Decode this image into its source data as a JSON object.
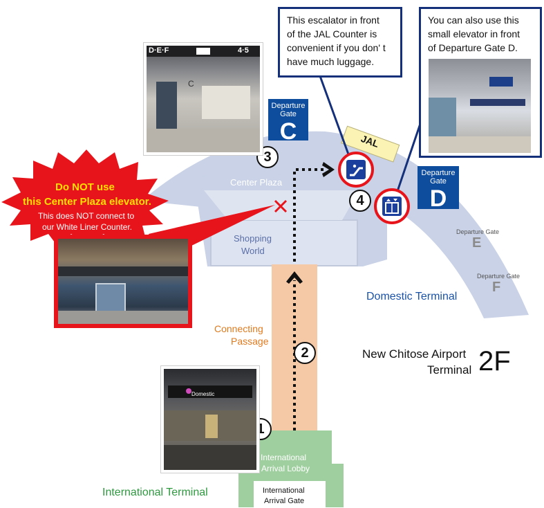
{
  "title": {
    "line1": "New Chitose Airport",
    "line2": "Terminal",
    "floor": "2F"
  },
  "areas": {
    "domestic_terminal": "Domestic Terminal",
    "international_terminal": "International Terminal",
    "center_plaza": "Center Plaza",
    "shopping_world_line1": "Shopping",
    "shopping_world_line2": "World",
    "connecting_line1": "Connecting",
    "connecting_line2": "Passage",
    "intl_lobby_line1": "International",
    "intl_lobby_line2": "Arrival Lobby",
    "intl_gate_line1": "International",
    "intl_gate_line2": "Arrival Gate",
    "jal": "JAL"
  },
  "gates": {
    "c": {
      "small1": "Departure",
      "small2": "Gate",
      "letter": "C"
    },
    "d": {
      "small1": "Departure",
      "small2": "Gate",
      "letter": "D"
    },
    "e": {
      "small": "Departure Gate",
      "letter": "E"
    },
    "f": {
      "small": "Departure Gate",
      "letter": "F"
    }
  },
  "steps": [
    "1",
    "2",
    "3",
    "4"
  ],
  "callouts": {
    "escalator": {
      "line1": "This escalator in front",
      "line2": "of the JAL Counter is",
      "line3": "convenient if you don' t",
      "line4": "have much luggage."
    },
    "elevator": {
      "line1": "You can also use this",
      "line2": "small elevator in front",
      "line3": "of Departure Gate D."
    }
  },
  "warning": {
    "line1": "Do NOT use",
    "line2": "this Center Plaza elevator.",
    "line3": "This does NOT connect to",
    "line4": "our White Liner Counter."
  },
  "photo_signs": {
    "def": "D·E·F",
    "gates45": "4·5",
    "domestic": "Domestic",
    "c_letter": "C"
  },
  "colors": {
    "domestic_area": "#c9d2e6",
    "passage": "#f5c8a6",
    "intl_area": "#9fcf9f",
    "gate_blue": "#0e4d9e",
    "warn_red": "#e8141b",
    "warn_yellow": "#ffe000",
    "callout_border": "#14307a",
    "orange_text": "#e07a1e",
    "green_text": "#2e9a3f",
    "blue_text": "#1a52a8"
  },
  "icons": [
    "escalator-icon",
    "elevator-icon",
    "cross-mark-icon",
    "arrow-right-icon",
    "arrow-up-icon"
  ]
}
